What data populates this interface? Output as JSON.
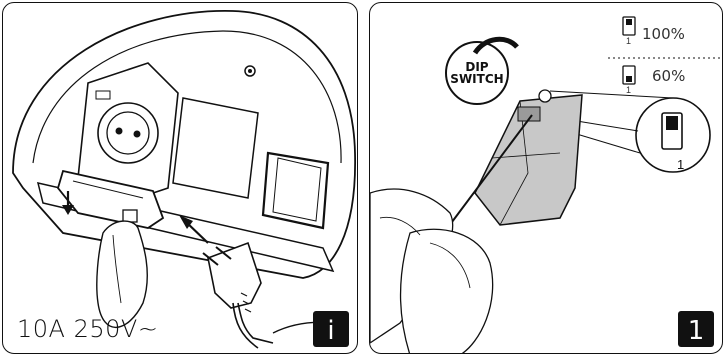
{
  "left_panel": {
    "caption": "10A 250V~",
    "tag": "i",
    "icons": [
      "plug-icon",
      "socket-icon",
      "arrow-icon"
    ]
  },
  "right_panel": {
    "badge_line1": "DIP",
    "badge_line2": "SWITCH",
    "setting_high": "100%",
    "setting_low": "60%",
    "switch_number_high": "1",
    "switch_number_low": "1",
    "zoom_number": "1",
    "tag": "1",
    "icons": [
      "dip-switch-icon",
      "screwdriver-icon",
      "hand-icon"
    ]
  },
  "colors": {
    "ink": "#111111",
    "gray_fill": "#c8c8c8",
    "dark_gray": "#9a9a9a"
  }
}
